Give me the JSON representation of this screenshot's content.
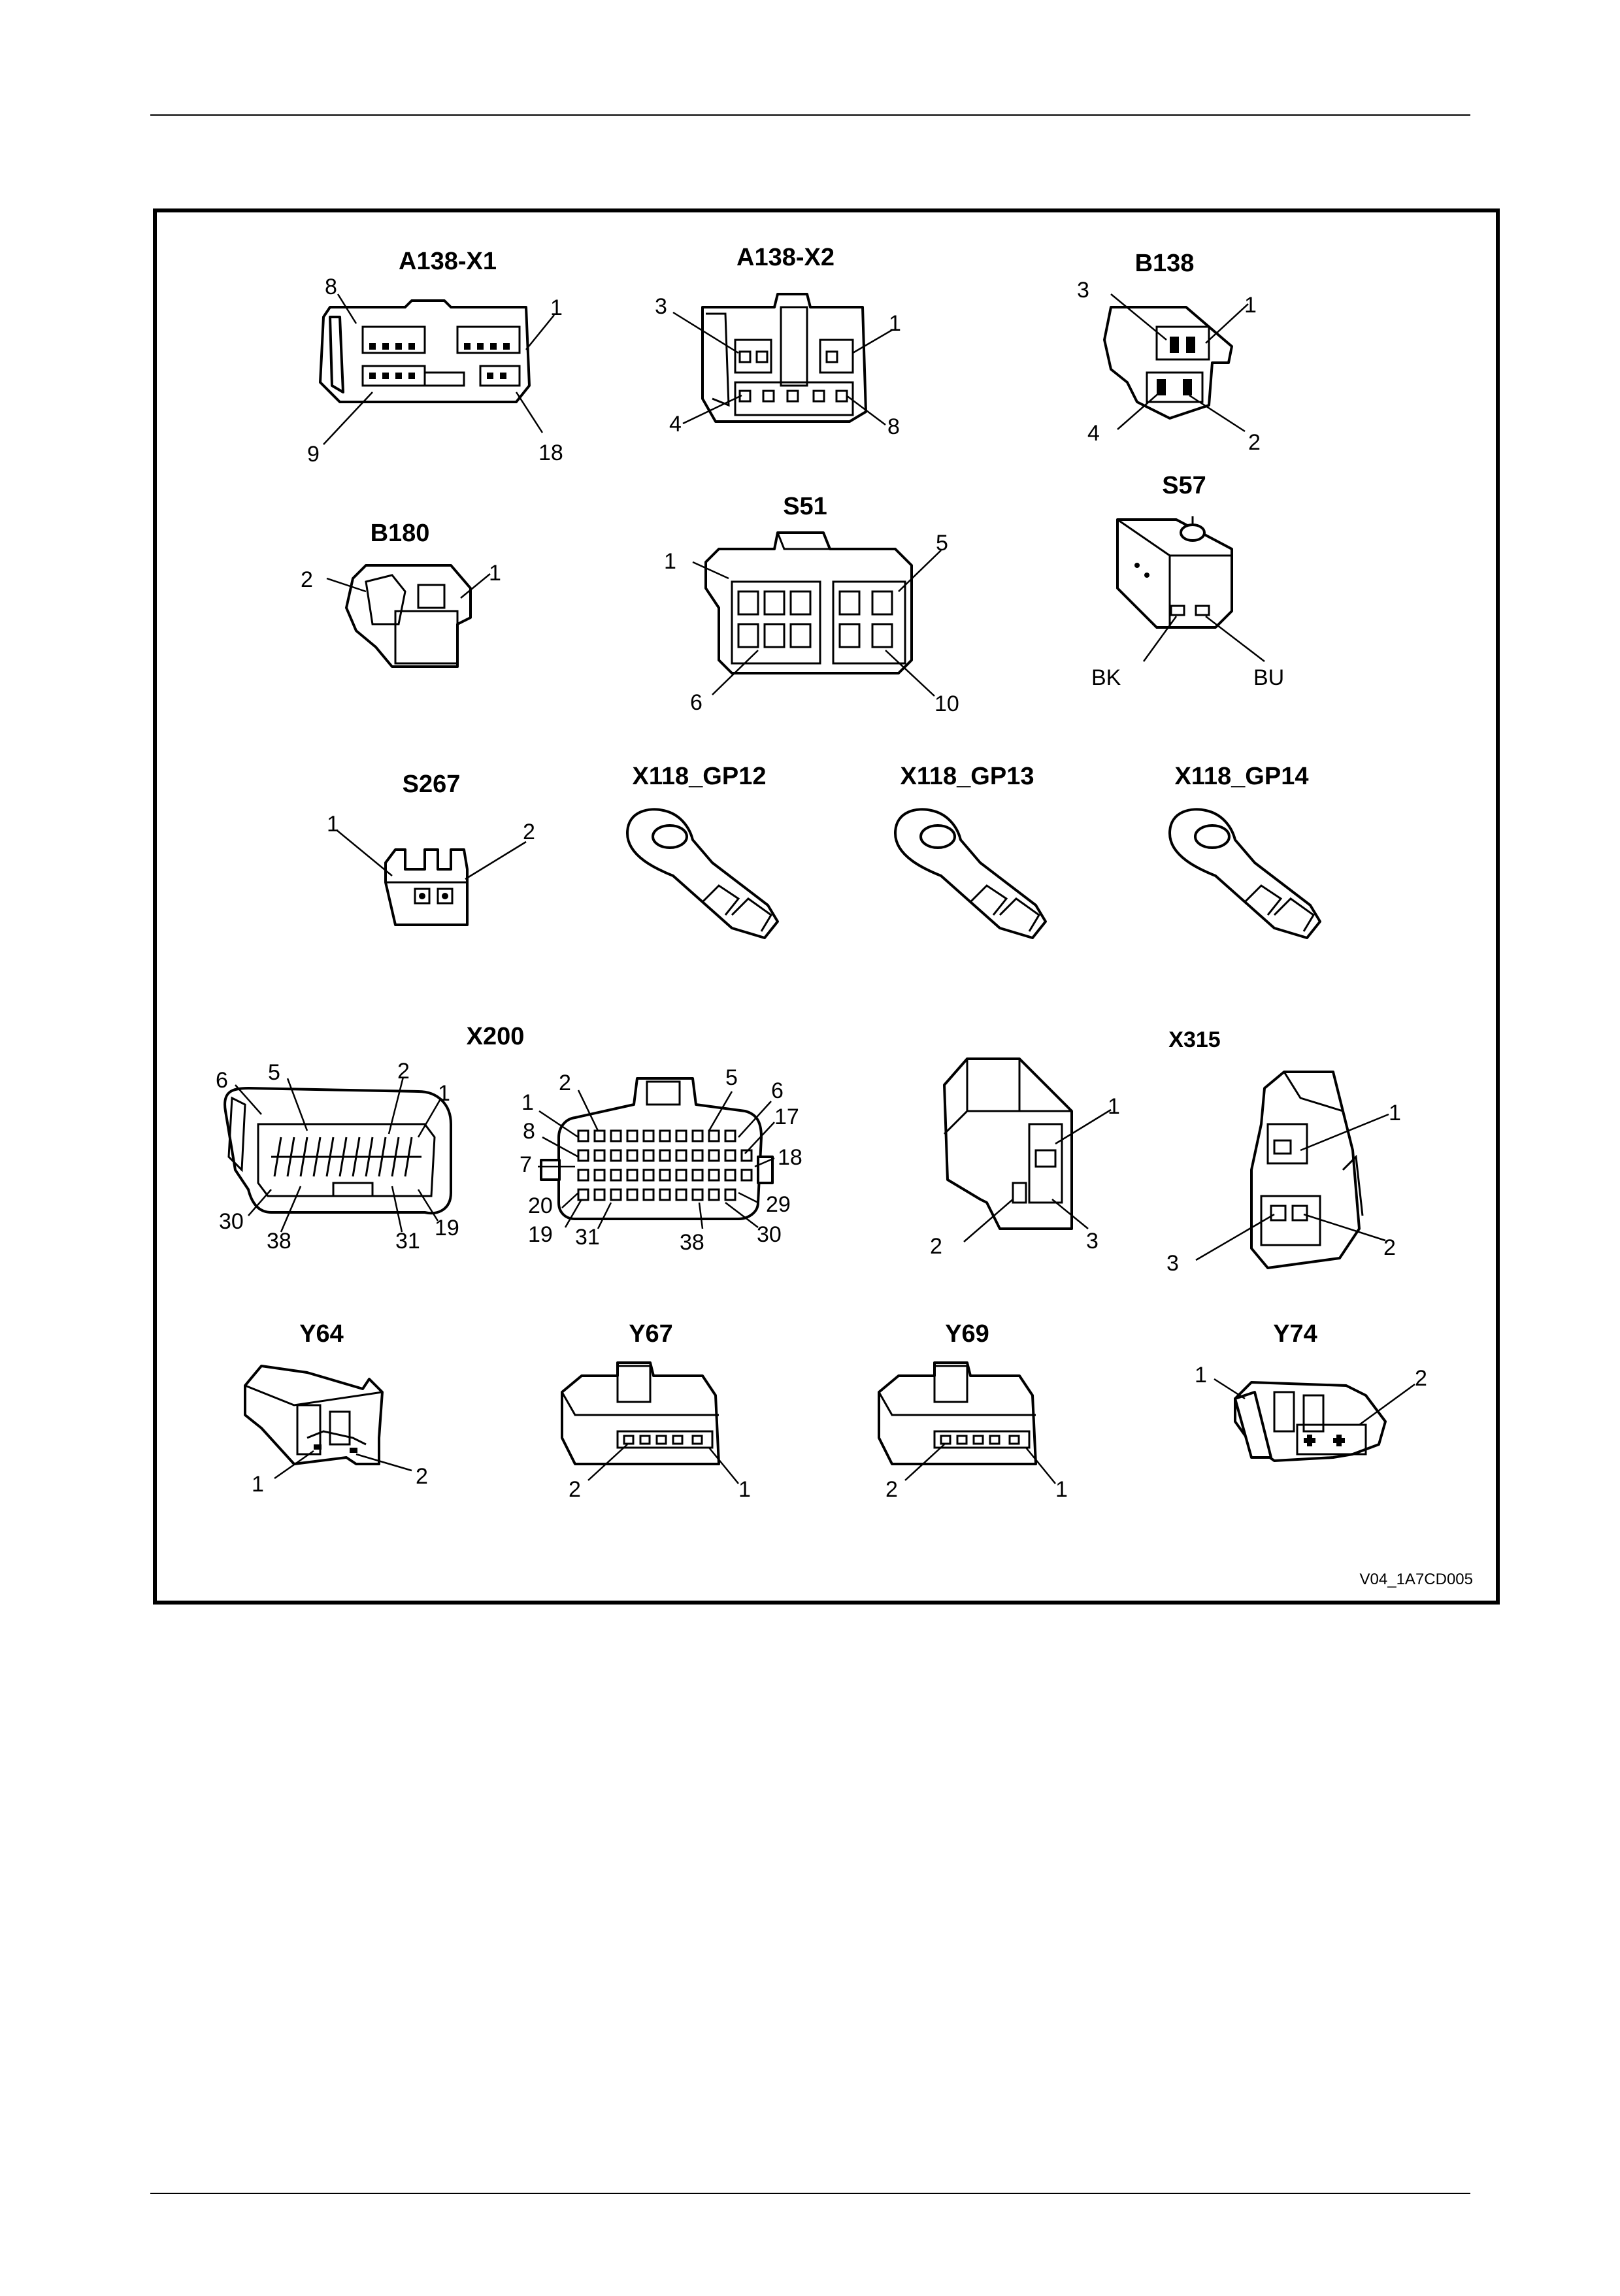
{
  "connectors": [
    {
      "id": "a138x1",
      "title": "A138-X1",
      "pins": [
        "8",
        "1",
        "9",
        "18"
      ]
    },
    {
      "id": "a138x2",
      "title": "A138-X2",
      "pins": [
        "3",
        "1",
        "4",
        "8"
      ]
    },
    {
      "id": "b138",
      "title": "B138",
      "pins": [
        "3",
        "1",
        "4",
        "2"
      ]
    },
    {
      "id": "b180",
      "title": "B180",
      "pins": [
        "2",
        "1"
      ]
    },
    {
      "id": "s51",
      "title": "S51",
      "pins": [
        "1",
        "5",
        "6",
        "10"
      ]
    },
    {
      "id": "s57",
      "title": "S57",
      "pins": [
        "BK",
        "BU"
      ]
    },
    {
      "id": "s267",
      "title": "S267",
      "pins": [
        "1",
        "2"
      ]
    },
    {
      "id": "x118gp12",
      "title": "X118_GP12",
      "pins": []
    },
    {
      "id": "x118gp13",
      "title": "X118_GP13",
      "pins": []
    },
    {
      "id": "x118gp14",
      "title": "X118_GP14",
      "pins": []
    },
    {
      "id": "x200",
      "title": "X200",
      "pins": [
        "6",
        "5",
        "2",
        "1",
        "30",
        "38",
        "31",
        "19"
      ]
    },
    {
      "id": "x200b",
      "title": "",
      "pins": [
        "2",
        "5",
        "6",
        "1",
        "8",
        "17",
        "7",
        "18",
        "20",
        "29",
        "19",
        "31",
        "38",
        "30"
      ]
    },
    {
      "id": "x315a",
      "title": "",
      "pins": [
        "1",
        "2",
        "3"
      ]
    },
    {
      "id": "x315",
      "title": "X315",
      "pins": [
        "1",
        "3",
        "2"
      ]
    },
    {
      "id": "y64",
      "title": "Y64",
      "pins": [
        "1",
        "2"
      ]
    },
    {
      "id": "y67",
      "title": "Y67",
      "pins": [
        "2",
        "1"
      ]
    },
    {
      "id": "y69",
      "title": "Y69",
      "pins": [
        "2",
        "1"
      ]
    },
    {
      "id": "y74",
      "title": "Y74",
      "pins": [
        "1",
        "2"
      ]
    }
  ],
  "figure_code": "V04_1A7CD005"
}
